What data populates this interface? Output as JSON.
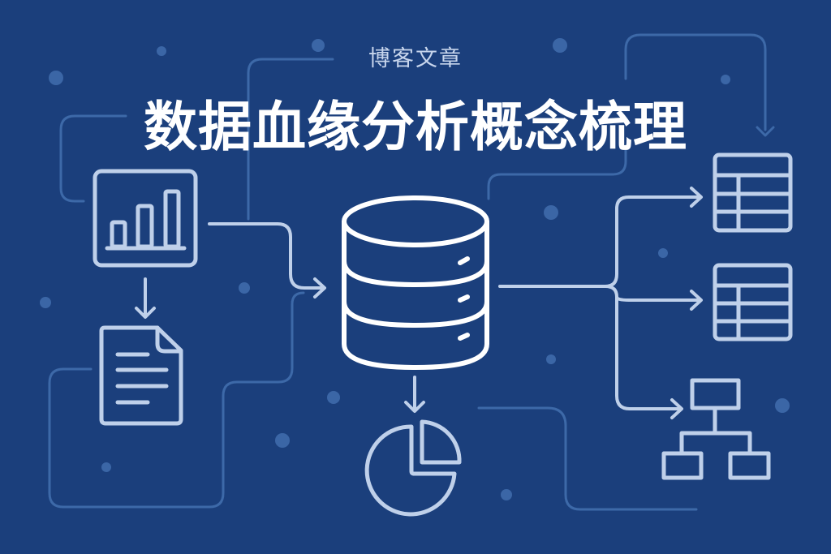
{
  "header": {
    "subtitle": "博客文章",
    "title": "数据血缘分析概念梳理"
  },
  "colors": {
    "background": "#1b3f7c",
    "icon_stroke": "#bfd0ea",
    "database_stroke": "#ffffff",
    "connector_faint": "#3d69a8",
    "dot": "#3b66a6",
    "title_text": "#ffffff",
    "subtitle_text": "#c7d5ec"
  },
  "diagram": {
    "nodes": [
      {
        "id": "bar-chart",
        "icon": "bar-chart-icon",
        "role": "source"
      },
      {
        "id": "document",
        "icon": "document-icon",
        "role": "source"
      },
      {
        "id": "database",
        "icon": "database-icon",
        "role": "hub"
      },
      {
        "id": "pie-chart",
        "icon": "pie-chart-icon",
        "role": "output"
      },
      {
        "id": "table-1",
        "icon": "table-icon",
        "role": "output"
      },
      {
        "id": "table-2",
        "icon": "table-icon",
        "role": "output"
      },
      {
        "id": "hierarchy",
        "icon": "org-chart-icon",
        "role": "output"
      }
    ],
    "edges": [
      {
        "from": "bar-chart",
        "to": "document"
      },
      {
        "from": "bar-chart",
        "to": "database"
      },
      {
        "from": "database",
        "to": "pie-chart"
      },
      {
        "from": "database",
        "to": "table-1"
      },
      {
        "from": "database",
        "to": "table-2"
      },
      {
        "from": "database",
        "to": "hierarchy"
      }
    ]
  }
}
